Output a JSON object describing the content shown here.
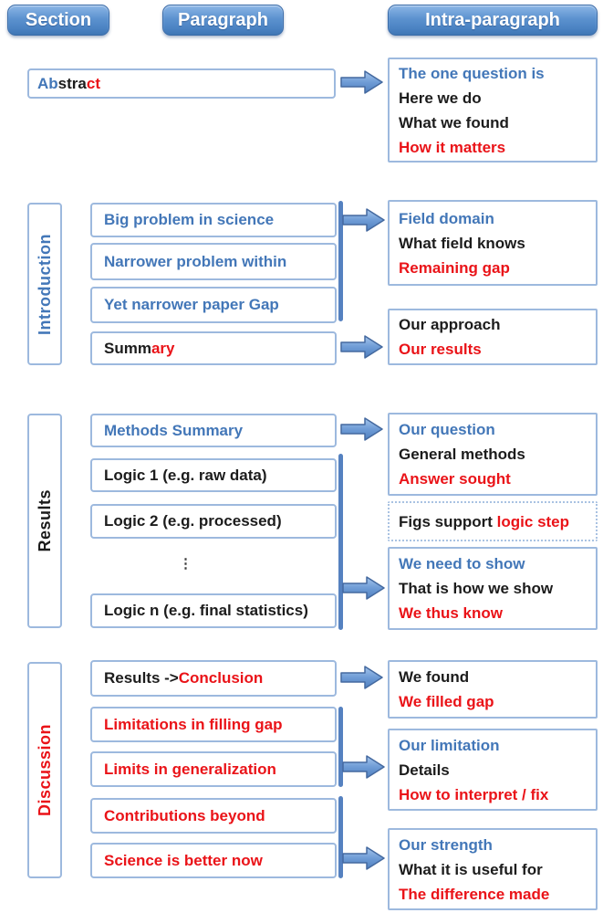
{
  "palette": {
    "blue": "#4377b8",
    "red": "#ea1318",
    "black": "#1c1c1c"
  },
  "header": {
    "columns": [
      "Section",
      "Paragraph",
      "Intra-paragraph"
    ]
  },
  "sections": {
    "abstract": {
      "paragraph": [
        {
          "t": "Ab",
          "c": "blue"
        },
        {
          "t": "stra",
          "c": "black"
        },
        {
          "t": "ct",
          "c": "red"
        }
      ],
      "intra": [
        [
          {
            "t": "The one question is",
            "c": "blue"
          }
        ],
        [
          {
            "t": "Here we do",
            "c": "black"
          }
        ],
        [
          {
            "t": "What we found",
            "c": "black"
          }
        ],
        [
          {
            "t": "How it matters",
            "c": "red"
          }
        ]
      ]
    },
    "introduction": {
      "label": [
        {
          "t": "Introduction",
          "c": "blue"
        }
      ],
      "paragraphs": [
        [
          {
            "t": "Big problem in science",
            "c": "blue"
          }
        ],
        [
          {
            "t": "Narrower problem within",
            "c": "blue"
          }
        ],
        [
          {
            "t": "Yet narrower paper Gap",
            "c": "blue"
          }
        ],
        [
          {
            "t": "Summ",
            "c": "black"
          },
          {
            "t": "ary",
            "c": "red"
          }
        ]
      ],
      "intra_knowledge": [
        [
          {
            "t": "Field domain",
            "c": "blue"
          }
        ],
        [
          {
            "t": "What field knows",
            "c": "black"
          }
        ],
        [
          {
            "t": "Remaining gap",
            "c": "red"
          }
        ]
      ],
      "intra_summary": [
        [
          {
            "t": "Our approach",
            "c": "black"
          }
        ],
        [
          {
            "t": "Our results",
            "c": "red"
          }
        ]
      ]
    },
    "results": {
      "label": [
        {
          "t": "Results",
          "c": "black"
        }
      ],
      "paragraphs": [
        [
          {
            "t": "Methods Summary",
            "c": "blue"
          }
        ],
        [
          {
            "t": "Logic 1 (e.g. raw data)",
            "c": "black"
          }
        ],
        [
          {
            "t": "Logic 2 (e.g. processed)",
            "c": "black"
          }
        ],
        [
          {
            "t": "Logic n (e.g. final statistics)",
            "c": "black"
          }
        ]
      ],
      "ellipsis": "⋮",
      "intra_methods": [
        [
          {
            "t": "Our question",
            "c": "blue"
          }
        ],
        [
          {
            "t": "General methods",
            "c": "black"
          }
        ],
        [
          {
            "t": "Answer sought",
            "c": "red"
          }
        ]
      ],
      "figs_note": [
        {
          "t": "Figs support ",
          "c": "black"
        },
        {
          "t": "logic step",
          "c": "red"
        }
      ],
      "intra_logic": [
        [
          {
            "t": "We need to show",
            "c": "blue"
          }
        ],
        [
          {
            "t": "That is how we show",
            "c": "black"
          }
        ],
        [
          {
            "t": "We thus know",
            "c": "red"
          }
        ]
      ]
    },
    "discussion": {
      "label": [
        {
          "t": "Discussion",
          "c": "red"
        }
      ],
      "paragraphs": [
        [
          {
            "t": "Results -> ",
            "c": "black"
          },
          {
            "t": "Conclusion",
            "c": "red"
          }
        ],
        [
          {
            "t": "Limitations in filling gap",
            "c": "red"
          }
        ],
        [
          {
            "t": "Limits in generalization",
            "c": "red"
          }
        ],
        [
          {
            "t": "Contributions beyond",
            "c": "red"
          }
        ],
        [
          {
            "t": "Science is better now",
            "c": "red"
          }
        ]
      ],
      "intra_conclusion": [
        [
          {
            "t": "We found",
            "c": "black"
          }
        ],
        [
          {
            "t": "We filled gap",
            "c": "red"
          }
        ]
      ],
      "intra_limitations": [
        [
          {
            "t": "Our limitation",
            "c": "blue"
          }
        ],
        [
          {
            "t": "Details",
            "c": "black"
          }
        ],
        [
          {
            "t": "How to interpret / fix",
            "c": "red"
          }
        ]
      ],
      "intra_strengths": [
        [
          {
            "t": "Our strength",
            "c": "blue"
          }
        ],
        [
          {
            "t": "What it is useful for",
            "c": "black"
          }
        ],
        [
          {
            "t": "The difference made",
            "c": "red"
          }
        ]
      ]
    }
  }
}
